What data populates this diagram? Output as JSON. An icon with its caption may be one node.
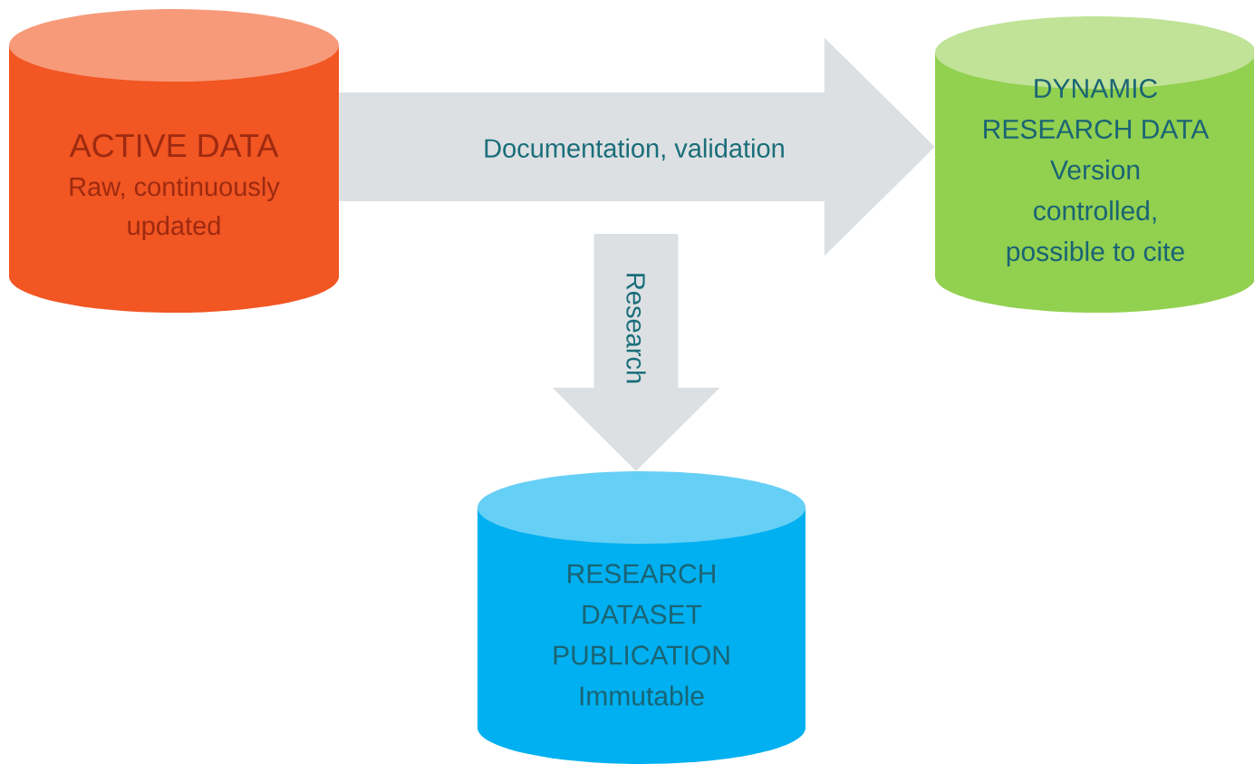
{
  "diagram": {
    "nodes": [
      {
        "text": [
          "ACTIVE DATA",
          "Raw, continuously updated"
        ]
      },
      {
        "text": [
          "DYNAMIC RESEARCH DATA",
          "Version controlled, possible to cite"
        ]
      },
      {
        "text": [
          "RESEARCH DATASET PUBLICATION",
          "Immutable"
        ]
      }
    ],
    "edges": [
      {
        "from": 0,
        "to": 1,
        "arrow": "to",
        "label": "Documentation, validation"
      },
      {
        "from": null,
        "to": 2,
        "arrow": "to",
        "label": "Research"
      }
    ]
  }
}
